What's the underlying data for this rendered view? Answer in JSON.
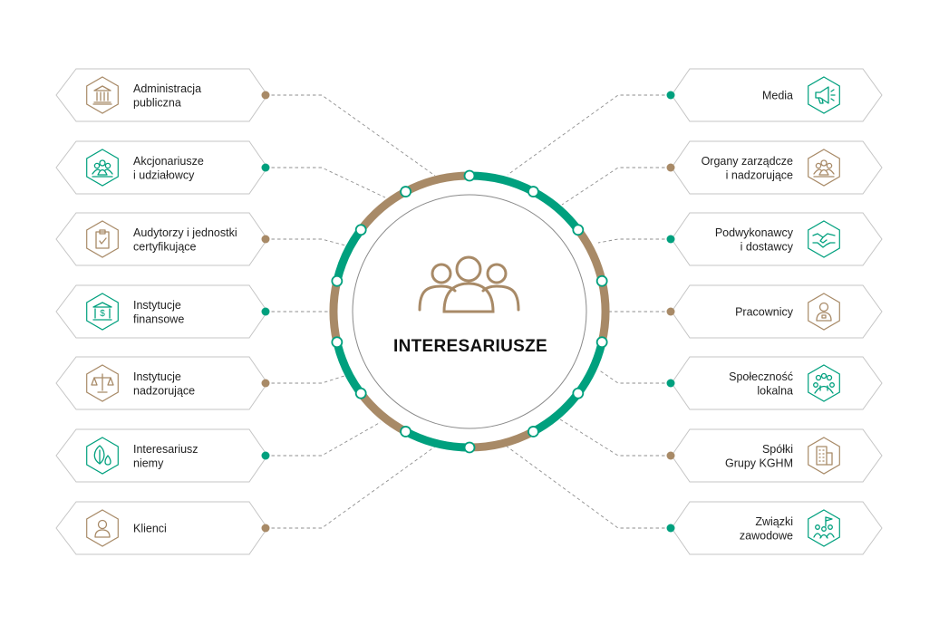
{
  "center": {
    "title": "INTERESARIUSZE"
  },
  "colors": {
    "green": "#00a07e",
    "brown": "#a88a67",
    "line": "#8f8f8f",
    "box_border": "#c5c5c5"
  },
  "left_items": [
    {
      "lines": [
        "Administracja",
        "publiczna"
      ],
      "icon": "bank-icon",
      "accent": "brown"
    },
    {
      "lines": [
        "Akcjonariusze",
        "i udziałowcy"
      ],
      "icon": "shareholders-icon",
      "accent": "green"
    },
    {
      "lines": [
        "Audytorzy i jednostki",
        "certyfikujące"
      ],
      "icon": "clipboard-check-icon",
      "accent": "brown"
    },
    {
      "lines": [
        "Instytucje",
        "finansowe"
      ],
      "icon": "dollar-bank-icon",
      "accent": "green"
    },
    {
      "lines": [
        "Instytucje",
        "nadzorujące"
      ],
      "icon": "scales-icon",
      "accent": "brown"
    },
    {
      "lines": [
        "Interesariusz",
        "niemy"
      ],
      "icon": "leaf-drops-icon",
      "accent": "green"
    },
    {
      "lines": [
        "Klienci"
      ],
      "icon": "person-icon",
      "accent": "brown"
    }
  ],
  "right_items": [
    {
      "lines": [
        "Media"
      ],
      "icon": "megaphone-icon",
      "accent": "green"
    },
    {
      "lines": [
        "Organy zarządcze",
        "i nadzorujące"
      ],
      "icon": "board-people-icon",
      "accent": "brown"
    },
    {
      "lines": [
        "Podwykonawcy",
        "i dostawcy"
      ],
      "icon": "handshake-icon",
      "accent": "green"
    },
    {
      "lines": [
        "Pracownicy"
      ],
      "icon": "worker-icon",
      "accent": "brown"
    },
    {
      "lines": [
        "Społeczność",
        "lokalna"
      ],
      "icon": "community-icon",
      "accent": "green"
    },
    {
      "lines": [
        "Spółki",
        "Grupy KGHM"
      ],
      "icon": "building-icon",
      "accent": "brown"
    },
    {
      "lines": [
        "Związki",
        "zawodowe"
      ],
      "icon": "union-flag-icon",
      "accent": "green"
    }
  ]
}
